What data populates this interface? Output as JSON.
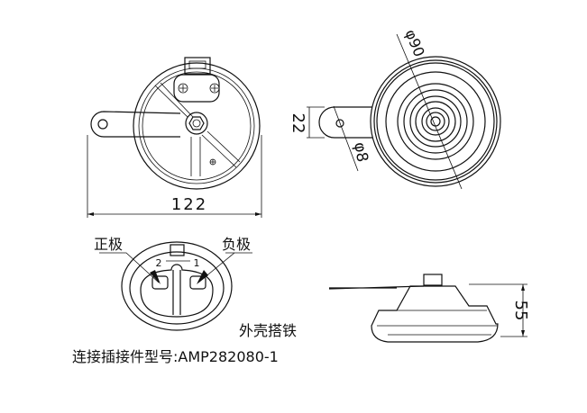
{
  "front_view": {
    "width_dimension": "122"
  },
  "side_view": {
    "bracket_dimension": "22",
    "hole_diameter": "φ8",
    "body_diameter": "φ90"
  },
  "connector": {
    "positive_label": "正极",
    "negative_label": "负极",
    "pin_2": "2",
    "pin_1": "1"
  },
  "profile_view": {
    "height_dimension": "55"
  },
  "notes": {
    "housing_ground": "外壳搭铁",
    "connector_model": "连接插接件型号:AMP282080-1"
  }
}
